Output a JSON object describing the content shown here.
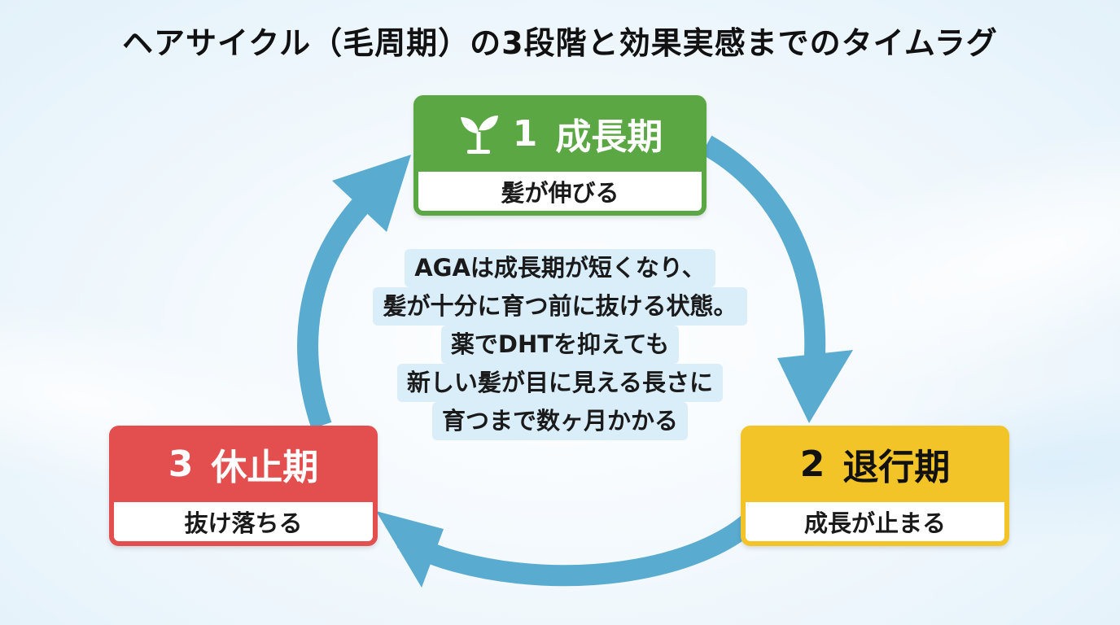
{
  "title": "ヘアサイクル（毛周期）の3段階と効果実感までのタイムラグ",
  "stages": {
    "growth": {
      "number": "1",
      "name": "成長期",
      "description": "髪が伸びる",
      "color": "#5aa744",
      "icon": "sprout-icon"
    },
    "regression": {
      "number": "2",
      "name": "退行期",
      "description": "成長が止まる",
      "color": "#f2c428"
    },
    "rest": {
      "number": "3",
      "name": "休止期",
      "description": "抜け落ちる",
      "color": "#e34f4f"
    }
  },
  "center_text": {
    "lines": [
      "AGAは成長期が短くなり、",
      "髪が十分に育つ前に抜ける状態。",
      "薬でDHTを抑えても",
      "新しい髪が目に見える長さに",
      "育つまで数ヶ月かかる"
    ]
  },
  "arrow_color": "#5aabd0"
}
